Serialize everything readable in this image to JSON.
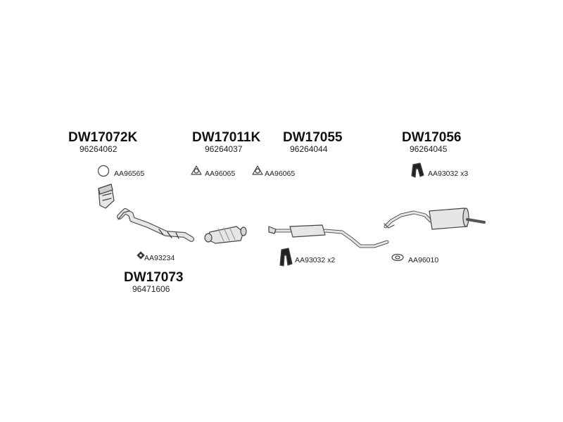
{
  "parts": [
    {
      "code": "DW17072K",
      "number": "96264062"
    },
    {
      "code": "DW17011K",
      "number": "96264037"
    },
    {
      "code": "DW17055",
      "number": "96264044"
    },
    {
      "code": "DW17056",
      "number": "96264045"
    },
    {
      "code": "DW17073",
      "number": "96471606"
    }
  ],
  "accessories": [
    {
      "code": "AA96565",
      "icon": "ring-gasket-icon"
    },
    {
      "code": "AA96065",
      "icon": "flange-gasket-icon"
    },
    {
      "code": "AA96065",
      "icon": "flange-gasket-icon"
    },
    {
      "code": "AA93032 x3",
      "icon": "rubber-hanger-icon"
    },
    {
      "code": "AA93234",
      "icon": "clamp-icon"
    },
    {
      "code": "AA93032 x2",
      "icon": "rubber-hanger-icon"
    },
    {
      "code": "AA96010",
      "icon": "oval-gasket-icon"
    }
  ],
  "colors": {
    "line": "#444444",
    "fill": "#e6e6e6",
    "shade": "#bdbdbd"
  }
}
